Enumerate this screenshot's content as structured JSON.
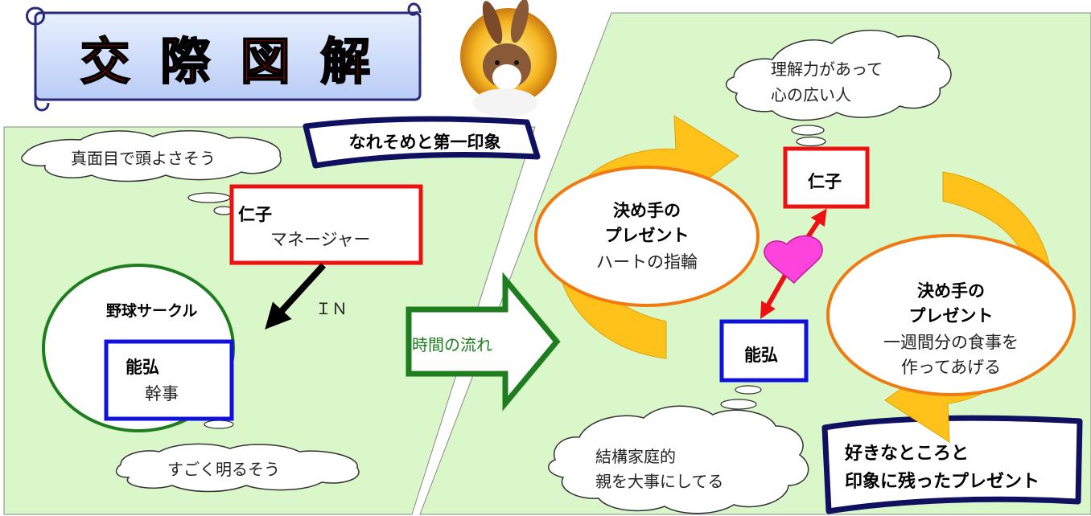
{
  "title": "交 際 図 解",
  "banners": {
    "first_impression": "なれそめと第一印象",
    "likes_line1": "好きなところと",
    "likes_line2": "印象に残ったプレゼント"
  },
  "left_panel": {
    "thought_top": "真面目で頭よさそう",
    "thought_bottom": "すごく明るそう",
    "jinko_name": "仁子",
    "jinko_role": "マネージャー",
    "circle_label": "野球サークル",
    "in_label": "ＩＮ",
    "yoshihiro_name": "能弘",
    "yoshihiro_role": "幹事"
  },
  "time_arrow": "時間の流れ",
  "right_panel": {
    "thought_top_line1": "理解力があって",
    "thought_top_line2": "心の広い人",
    "thought_bottom_line1": "結構家庭的",
    "thought_bottom_line2": "親を大事にしてる",
    "jinko_name": "仁子",
    "yoshihiro_name": "能弘",
    "gift_left_line1": "決め手の",
    "gift_left_line2": "プレゼント",
    "gift_left_line3": "ハートの指輪",
    "gift_right_line1": "決め手の",
    "gift_right_line2": "プレゼント",
    "gift_right_line3": "一週間分の食事を",
    "gift_right_line4": "作ってあげる"
  },
  "colors": {
    "panel_fill": "#d9f7c8",
    "jinko_box": "#ee1111",
    "yoshihiro_box": "#1111dd",
    "circle_green": "#1e7d1e",
    "gift_orange": "#f07a10",
    "flow_arrow": "#ffc21a",
    "heart": "#ff44dd",
    "banner_navy": "#101060",
    "title_scroll": "#cfe0ff"
  }
}
